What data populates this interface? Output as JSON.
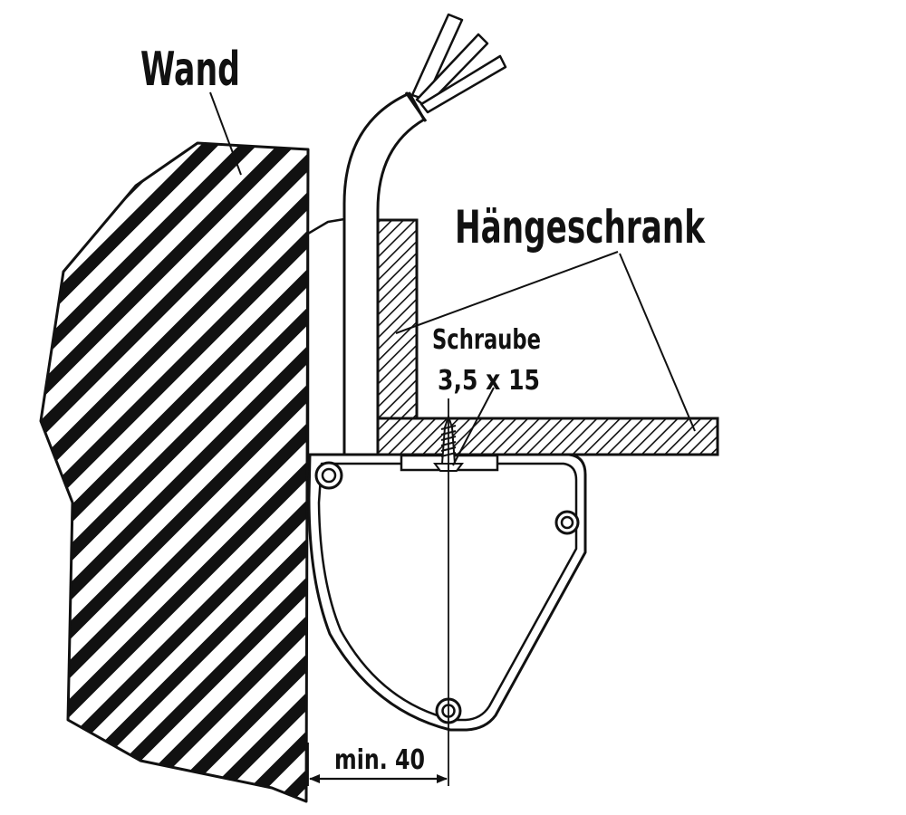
{
  "labels": {
    "wall": "Wand",
    "cabinet": "Hängeschrank",
    "screw_title": "Schraube",
    "screw_size": "3,5 x 15",
    "min_distance": "min. 40"
  },
  "colors": {
    "ink": "#111111",
    "background": "#ffffff"
  }
}
